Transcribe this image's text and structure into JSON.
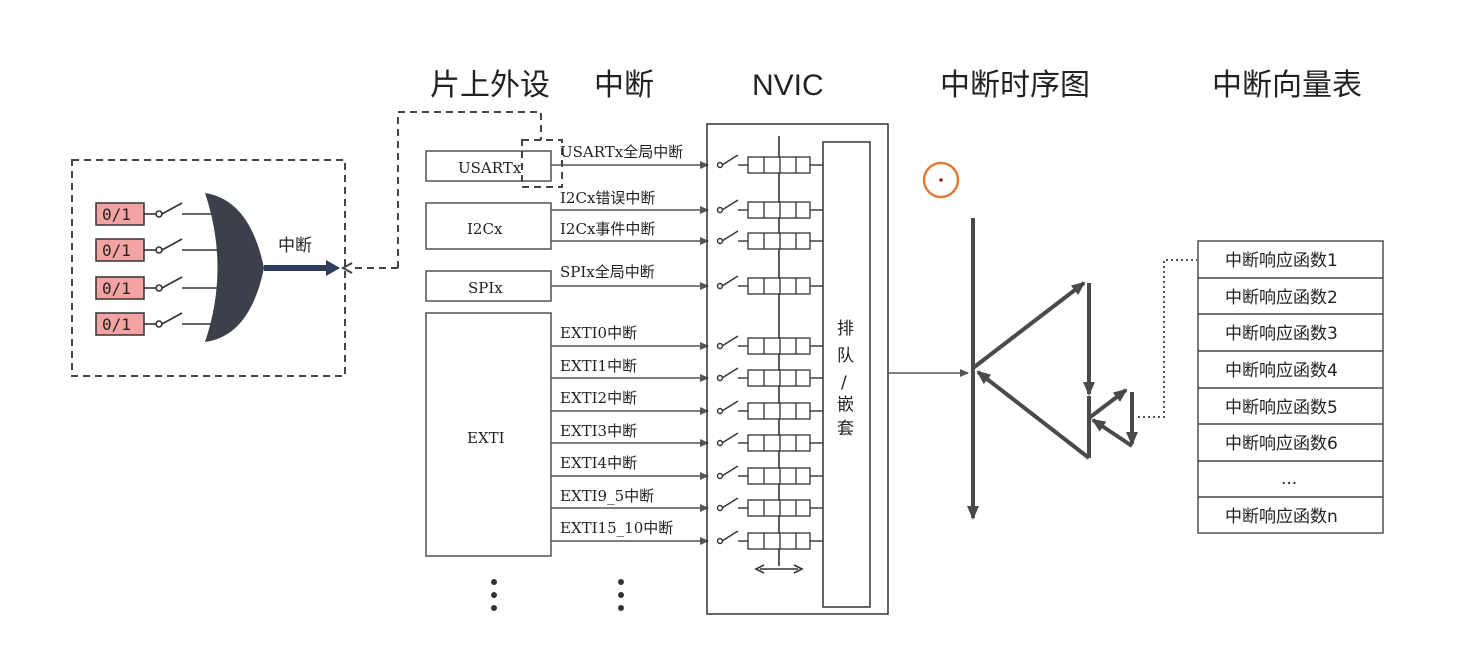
{
  "headers": {
    "peripheral": "片上外设",
    "interrupt": "中断",
    "nvic": "NVIC",
    "timing": "中断时序图",
    "vector_table": "中断向量表"
  },
  "gate": {
    "inputs": [
      "0/1",
      "0/1",
      "0/1",
      "0/1"
    ],
    "output_label": "中断"
  },
  "peripherals": [
    "USARTx",
    "I2Cx",
    "SPIx",
    "EXTI"
  ],
  "interrupt_lines": [
    "USARTx全局中断",
    "I2Cx错误中断",
    "I2Cx事件中断",
    "SPIx全局中断",
    "EXTI0中断",
    "EXTI1中断",
    "EXTI2中断",
    "EXTI3中断",
    "EXTI4中断",
    "EXTI9_5中断",
    "EXTI15_10中断"
  ],
  "nvic_queue": [
    "排",
    "队",
    "/",
    "嵌",
    "套"
  ],
  "vector_table": [
    "中断响应函数1",
    "中断响应函数2",
    "中断响应函数3",
    "中断响应函数4",
    "中断响应函数5",
    "中断响应函数6",
    "...",
    "中断响应函数n"
  ],
  "colors": {
    "input_fill": "#f4a3a3",
    "gate_fill": "#3d3f4a",
    "arrow_blue": "#2f3d5c",
    "cursor_ring": "#e07b39"
  }
}
